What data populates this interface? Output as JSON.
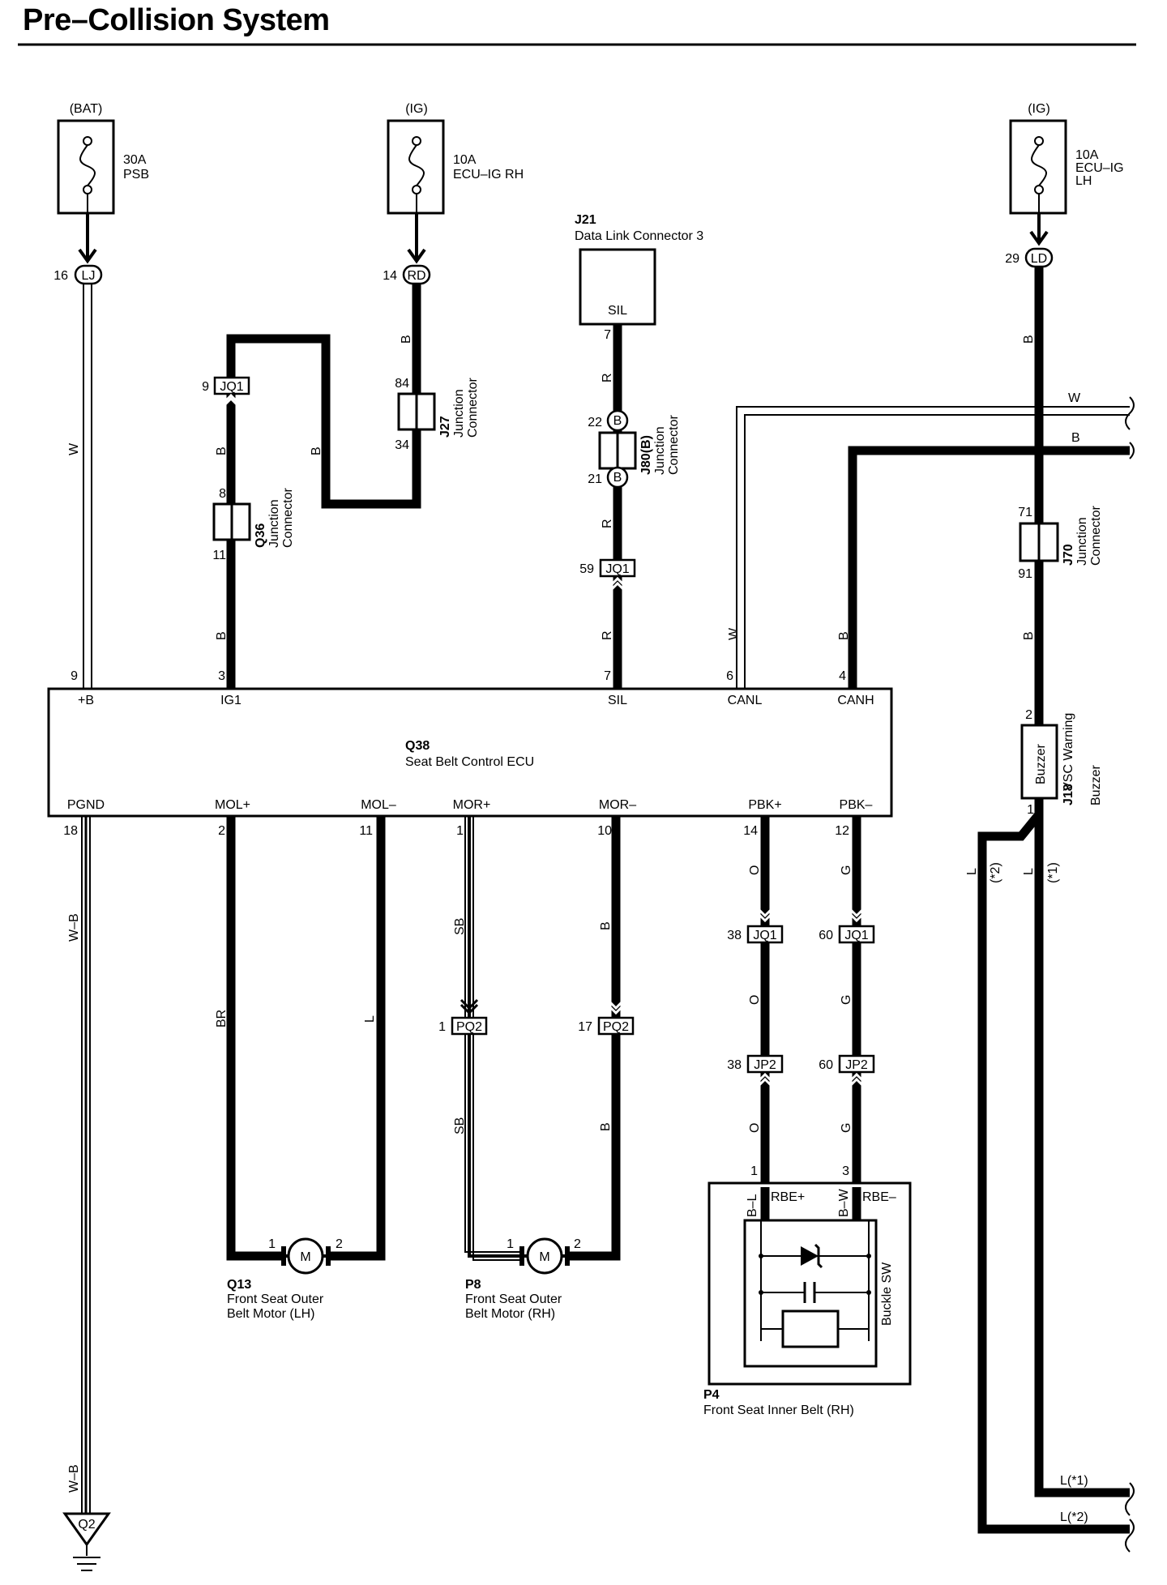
{
  "title": "Pre–Collision System",
  "power_sources": {
    "bat": "(BAT)",
    "ig_rh": "(IG)",
    "ig_lh": "(IG)"
  },
  "fuses": {
    "psb": {
      "amp": "30A",
      "name": "PSB"
    },
    "ecu_ig_rh": {
      "amp": "10A",
      "name": "ECU–IG RH"
    },
    "ecu_ig_lh": {
      "amp": "10A",
      "name1": "ECU–IG",
      "name2": "LH"
    }
  },
  "connectors": {
    "lj": {
      "pin": "16",
      "name": "LJ"
    },
    "rd": {
      "pin": "14",
      "name": "RD"
    },
    "ld": {
      "pin": "29",
      "name": "LD"
    },
    "jq1_9": {
      "pin": "9",
      "name": "JQ1"
    },
    "jq1_59": {
      "pin": "59",
      "name": "JQ1"
    },
    "jq1_38": {
      "pin": "38",
      "name": "JQ1"
    },
    "jq1_60": {
      "pin": "60",
      "name": "JQ1"
    },
    "pq2_1": {
      "pin": "1",
      "name": "PQ2"
    },
    "pq2_17": {
      "pin": "17",
      "name": "PQ2"
    },
    "jp2_38": {
      "pin": "38",
      "name": "JP2"
    },
    "jp2_60": {
      "pin": "60",
      "name": "JP2"
    }
  },
  "junctions": {
    "j27": {
      "id": "J27",
      "line1": "Junction",
      "line2": "Connector",
      "pin_top": "84",
      "pin_bot": "34"
    },
    "q36": {
      "id": "Q36",
      "line1": "Junction",
      "line2": "Connector",
      "pin_top": "8",
      "pin_bot": "11"
    },
    "j80": {
      "id": "J80(B)",
      "line1": "Junction",
      "line2": "Connector",
      "pin_top": "22",
      "pin_bot": "21",
      "mark": "B"
    },
    "j70": {
      "id": "J70",
      "line1": "Junction",
      "line2": "Connector",
      "pin_top": "71",
      "pin_bot": "91"
    }
  },
  "dlc": {
    "id": "J21",
    "name": "Data Link Connector 3",
    "terminal": "SIL",
    "pin": "7"
  },
  "ecu": {
    "id": "Q38",
    "name": "Seat Belt Control ECU",
    "top_terminals": [
      {
        "label": "+B",
        "pin": "9"
      },
      {
        "label": "IG1",
        "pin": "3"
      },
      {
        "label": "SIL",
        "pin": "7"
      },
      {
        "label": "CANL",
        "pin": "6"
      },
      {
        "label": "CANH",
        "pin": "4"
      }
    ],
    "bottom_terminals": [
      {
        "label": "PGND",
        "pin": "18"
      },
      {
        "label": "MOL+",
        "pin": "2"
      },
      {
        "label": "MOL–",
        "pin": "11"
      },
      {
        "label": "MOR+",
        "pin": "1"
      },
      {
        "label": "MOR–",
        "pin": "10"
      },
      {
        "label": "PBK+",
        "pin": "14"
      },
      {
        "label": "PBK–",
        "pin": "12"
      }
    ]
  },
  "wire_colors": {
    "w_bat": "W",
    "b_ig_9": "B",
    "b_loop": "B",
    "b_rd": "B",
    "b_ig1": "B",
    "r_dlc": "R",
    "r_j80": "R",
    "r_sil": "R",
    "w_canl": "W",
    "b_canh": "B",
    "b_ld": "B",
    "b_j70": "B",
    "wb_gnd": "W–B",
    "wb_gnd2": "W–B",
    "br_mol": "BR",
    "l_mol": "L",
    "sb_mor1": "SB",
    "sb_mor2": "SB",
    "b_mor1": "B",
    "b_mor2": "B",
    "o_pbk1": "O",
    "o_pbk2": "O",
    "o_pbk3": "O",
    "g_pbk1": "G",
    "g_pbk2": "G",
    "g_pbk3": "G",
    "can_w": "W",
    "can_b": "B",
    "l2": "L",
    "l1": "L",
    "note2": "(*2)",
    "note1": "(*1)",
    "l_out1": "L(*1)",
    "l_out2": "L(*2)"
  },
  "buzzer": {
    "id": "J18",
    "line1": "VSC Warning",
    "line2": "Buzzer",
    "label": "Buzzer",
    "pin_top": "2",
    "pin_bot": "1"
  },
  "motors": {
    "q13": {
      "id": "Q13",
      "line1": "Front Seat Outer",
      "line2": "Belt Motor (LH)",
      "symbol": "M",
      "pin1": "1",
      "pin2": "2"
    },
    "p8": {
      "id": "P8",
      "line1": "Front Seat Outer",
      "line2": "Belt Motor (RH)",
      "symbol": "M",
      "pin1": "1",
      "pin2": "2"
    }
  },
  "buckle": {
    "id": "P4",
    "name": "Front Seat Inner Belt (RH)",
    "sw": "Buckle SW",
    "pin1": "1",
    "pin3": "3",
    "t1": "RBE+",
    "t2": "RBE–",
    "w1": "B–L",
    "w2": "B–W"
  },
  "ground": {
    "id": "Q2"
  }
}
